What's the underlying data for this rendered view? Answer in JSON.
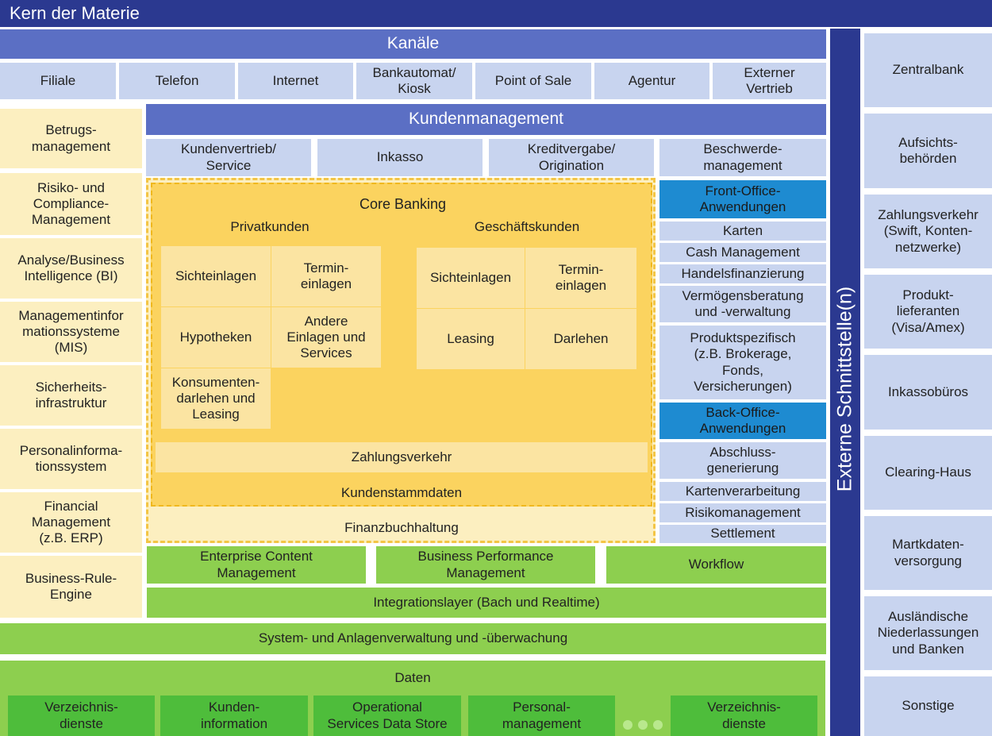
{
  "title": "Kern der Materie",
  "channels": {
    "header": "Kanäle",
    "items": [
      "Filiale",
      "Telefon",
      "Internet",
      "Bankautomat/\nKiosk",
      "Point of Sale",
      "Agentur",
      "Externer\nVertrieb"
    ]
  },
  "left_column": [
    "Betrugs-\nmanagement",
    "Risiko- und\nCompliance-\nManagement",
    "Analyse/Business\nIntelligence (BI)",
    "Managementinfor\nmationssysteme\n(MIS)",
    "Sicherheits-\ninfrastruktur",
    "Personalinforma-\ntionssystem",
    "Financial\nManagement\n(z.B. ERP)",
    "Business-Rule-\nEngine"
  ],
  "customer_management": {
    "header": "Kundenmanagement",
    "items": [
      "Kundenvertrieb/\nService",
      "Inkasso",
      "Kreditvergabe/\nOrigination",
      "Beschwerde-\nmanagement"
    ]
  },
  "core_banking": {
    "title": "Core Banking",
    "private": {
      "label": "Privatkunden",
      "cells": [
        "Sichteinlagen",
        "Termin-\neinlagen",
        "Hypotheken",
        "Andere\nEinlagen und\nServices",
        "Konsumenten-\ndarlehen und\nLeasing"
      ]
    },
    "business": {
      "label": "Geschäftskunden",
      "cells": [
        "Sichteinlagen",
        "Termin-\neinlagen",
        "Leasing",
        "Darlehen"
      ]
    },
    "payments": "Zahlungsverkehr",
    "master_data": "Kundenstammdaten",
    "accounting": "Finanzbuchhaltung"
  },
  "right_services": [
    "Front-Office-\nAnwendungen",
    "Karten",
    "Cash Management",
    "Handelsfinanzierung",
    "Vermögensberatung\nund -verwaltung",
    "Produktspezifisch\n(z.B. Brokerage,\nFonds,\nVersicherungen)",
    "Back-Office-\nAnwendungen",
    "Abschluss-\ngenerierung",
    "Kartenverarbeitung",
    "Risikomanagement",
    "Settlement"
  ],
  "green_layers": {
    "items": [
      "Enterprise Content\nManagement",
      "Business Performance\nManagement",
      "Workflow"
    ],
    "integration": "Integrationslayer (Bach und Realtime)",
    "system": "System- und Anlagenverwaltung und -überwachung"
  },
  "data": {
    "header": "Daten",
    "items": [
      "Verzeichnis-\ndienste",
      "Kunden-\ninformation",
      "Operational\nServices Data Store",
      "Personal-\nmanagement",
      "Verzeichnis-\ndienste"
    ]
  },
  "external": {
    "label": "Externe Schnittstelle(n)",
    "items": [
      "Zentralbank",
      "Aufsichts-\nbehörden",
      "Zahlungsverkehr\n(Swift, Konten-\nnetzwerke)",
      "Produkt-\nlieferanten\n(Visa/Amex)",
      "Inkassobüros",
      "Clearing-Haus",
      "Martkdaten-\nversorgung",
      "Ausländische\nNiederlassungen\nund Banken",
      "Sonstige"
    ]
  },
  "colors": {
    "dark_blue": "#2b3990",
    "header_blue": "#5b6fc4",
    "light_blue": "#c8d4ef",
    "highlight_blue": "#1e8bd1",
    "pale_yellow": "#fcefc0",
    "core_yellow": "#fbd35f",
    "green": "#8dcf4f",
    "dark_green": "#4ebd3b"
  }
}
